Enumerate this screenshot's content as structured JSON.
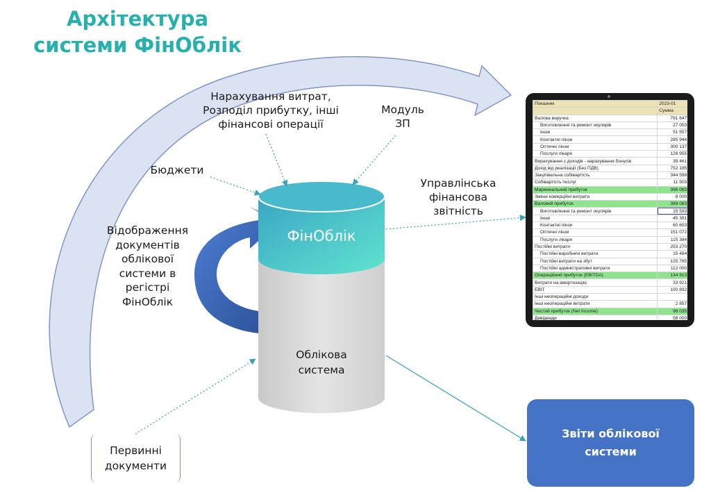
{
  "title": {
    "line1": "Архітектура",
    "line2": "системи ФінОблік"
  },
  "labels": {
    "accruals": [
      "Нарахування витрат,",
      "Розподіл прибутку, інші",
      "фінансові операції"
    ],
    "payroll": [
      "Модуль",
      "ЗП"
    ],
    "budgets": "Бюджети",
    "mapping": [
      "Відображення",
      "документів",
      "облікової",
      "системи в",
      "регістрі",
      "ФінОблік"
    ],
    "mgmt_report": [
      "Управлінська",
      "фінансова",
      "звітність"
    ],
    "primary_docs": [
      "Первинні",
      "документи"
    ]
  },
  "cylinder": {
    "top_label": "ФінОблік",
    "bottom_label": [
      "Облікова",
      "система"
    ]
  },
  "reports_box": {
    "line1": "Звіти облікової",
    "line2": "системи"
  },
  "colors": {
    "title": "#27b0ad",
    "teal_top": "#4cc8c4",
    "cylinder_gray": "#d9d9d9",
    "arrow_light": "#dbe3f3",
    "arrow_dark": "#3b5fa8",
    "box": "#4472c4",
    "green_rows": "#8ee48c"
  },
  "table": {
    "headers": {
      "col1": "Показник",
      "col2": "2023-01",
      "sub": "Сумма",
      "extra": "С"
    },
    "rows": [
      {
        "label": "Валова виручка",
        "value": "791 647",
        "style": "plain"
      },
      {
        "label": "Виготовлення та ремонт окулярів",
        "value": "27 053",
        "style": "indent"
      },
      {
        "label": "Інше",
        "value": "51 557",
        "style": "indent"
      },
      {
        "label": "Контактні лінзи",
        "value": "285 944",
        "style": "indent"
      },
      {
        "label": "Оптичні лінзи",
        "value": "300 137",
        "style": "indent"
      },
      {
        "label": "Послуги лікаря",
        "value": "126 955",
        "style": "indent"
      },
      {
        "label": "Вирахування з доходів - нарахування бонусів",
        "value": "39 461",
        "style": "plain"
      },
      {
        "label": "Дохід від реалізації (Без ПДВ)",
        "value": "752 185",
        "style": "plain"
      },
      {
        "label": "Закупівельна собівартість",
        "value": "344 599",
        "style": "plain"
      },
      {
        "label": "Собівартість послуг",
        "value": "11 503",
        "style": "plain"
      },
      {
        "label": "Маржинальний прибуток",
        "value": "396 083",
        "style": "green"
      },
      {
        "label": "Змінні комерційні витрати",
        "value": "8 000",
        "style": "plain"
      },
      {
        "label": "Валовий прибуток",
        "value": "388 083",
        "style": "green"
      },
      {
        "label": "Виготовлення та ремонт окулярів",
        "value": "15 593",
        "style": "indent-selected"
      },
      {
        "label": "Інше",
        "value": "45 381",
        "style": "indent"
      },
      {
        "label": "Контактні лінзи",
        "value": "60 653",
        "style": "indent"
      },
      {
        "label": "Оптичні лінзи",
        "value": "151 072",
        "style": "indent"
      },
      {
        "label": "Послуги лікаря",
        "value": "115 384",
        "style": "indent"
      },
      {
        "label": "Постійні витрати",
        "value": "253 270",
        "style": "plain"
      },
      {
        "label": "Постійні виробничі витрати",
        "value": "15 484",
        "style": "indent"
      },
      {
        "label": "Постійні витрати на збут",
        "value": "125 785",
        "style": "indent"
      },
      {
        "label": "Постійні адміністративні витрати",
        "value": "112 000",
        "style": "indent"
      },
      {
        "label": "Операційний прибуток (EBITDA)",
        "value": "134 813",
        "style": "green"
      },
      {
        "label": "Витрати на амортизацію",
        "value": "33 921",
        "style": "plain"
      },
      {
        "label": "EBIT",
        "value": "100 892",
        "style": "plain"
      },
      {
        "label": "Інші неопераційні доходи",
        "value": "",
        "style": "plain"
      },
      {
        "label": "Інші неопераційні витрати",
        "value": "2 857",
        "style": "plain"
      },
      {
        "label": "Чистий прибуток (Net Income)",
        "value": "98 035",
        "style": "green"
      },
      {
        "label": "Дивіденди",
        "value": "58 000",
        "style": "plain"
      }
    ]
  }
}
